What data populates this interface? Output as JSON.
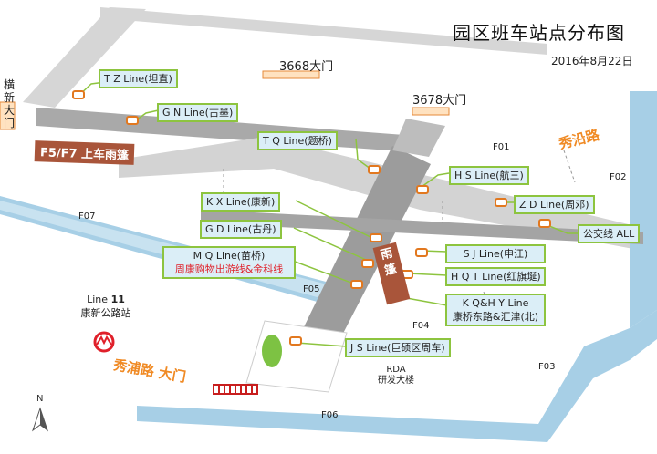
{
  "title": "园区班车站点分布图",
  "date": "2016年8月22日",
  "roads": {
    "xiuyan": "秀沿路",
    "xiupu": "秀浦路 大门",
    "hengxin": "横新大门"
  },
  "gates": {
    "g3668": "3668大门",
    "g3678": "3678大门"
  },
  "rain_shelters": {
    "f5f7": "F5/F7 上车雨篷",
    "center": "雨篷"
  },
  "zones": [
    "F01",
    "F02",
    "F03",
    "F04",
    "F05",
    "F06",
    "F07"
  ],
  "rda": {
    "code": "RDA",
    "name": "研发大楼"
  },
  "metro": {
    "line": "Line",
    "number": "11",
    "station": "康新公路站"
  },
  "north": "N",
  "bus_lines": [
    {
      "id": "tz",
      "label": "T Z Line(坦直)",
      "sub": ""
    },
    {
      "id": "gn",
      "label": "G N Line(古墨)",
      "sub": ""
    },
    {
      "id": "tq",
      "label": "T Q Line(题桥)",
      "sub": ""
    },
    {
      "id": "hs",
      "label": "H S Line(航三)",
      "sub": ""
    },
    {
      "id": "zd",
      "label": "Z D Line(周邓)",
      "sub": ""
    },
    {
      "id": "bus",
      "label": "公交线  ALL",
      "sub": ""
    },
    {
      "id": "kx",
      "label": "K X Line(康新)",
      "sub": ""
    },
    {
      "id": "gd",
      "label": "G D Line(古丹)",
      "sub": ""
    },
    {
      "id": "mq",
      "label": "M Q Line(苗桥)",
      "sub": "周康购物出游线&金科线"
    },
    {
      "id": "sj",
      "label": "S J Line(申江)",
      "sub": ""
    },
    {
      "id": "hqt",
      "label": "H Q T Line(红旗埏)",
      "sub": ""
    },
    {
      "id": "kqhy",
      "label": "K Q&H Y  Line",
      "sub": "康桥东路&汇津(北)"
    },
    {
      "id": "js",
      "label": "J S Line(巨硕区周车)",
      "sub": ""
    }
  ]
}
